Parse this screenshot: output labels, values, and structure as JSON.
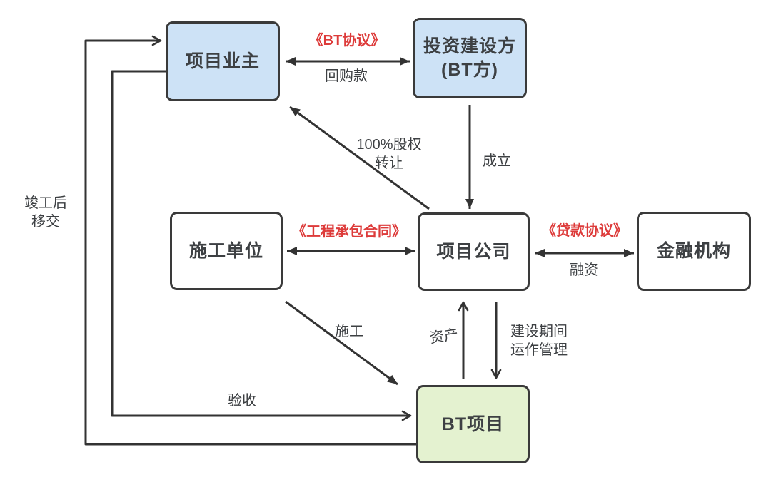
{
  "diagram": {
    "type": "flow-diagram",
    "topic": "BT项目运作结构图",
    "colors": {
      "box-border": "#3a3a3a",
      "box-blue": "#cde2f6",
      "box-green": "#e4f2d0",
      "box-white": "#ffffff",
      "text": "#3d4043",
      "red": "#dd3b3a",
      "arrow": "#333333",
      "background": "#ffffff"
    },
    "nodes": {
      "owner": {
        "label": "项目业主",
        "fill": "blue"
      },
      "investor": {
        "line1": "投资建设方",
        "line2": "(BT方)",
        "fill": "blue"
      },
      "contractor": {
        "label": "施工单位",
        "fill": "white"
      },
      "company": {
        "label": "项目公司",
        "fill": "white"
      },
      "bank": {
        "label": "金融机构",
        "fill": "white"
      },
      "bt_project": {
        "label": "BT项目",
        "fill": "green"
      }
    },
    "edge_labels": {
      "bt_agreement": "《BT协议》",
      "buyback": "回购款",
      "establish": "成立",
      "equity_line1": "100%股权",
      "equity_line2": "转让",
      "epc_contract": "《工程承包合同》",
      "loan_agreement": "《贷款协议》",
      "financing": "融资",
      "construction": "施工",
      "assets": "资产",
      "operation_line1": "建设期间",
      "operation_line2": "运作管理",
      "acceptance": "验收",
      "handover_line1": "竣工后",
      "handover_line2": "移交"
    },
    "edges": [
      {
        "from": "owner",
        "to": "investor",
        "style": "double",
        "labels": [
          "《BT协议》",
          "回购款"
        ]
      },
      {
        "from": "investor",
        "to": "company",
        "style": "single",
        "labels": [
          "成立"
        ]
      },
      {
        "from": "company",
        "to": "owner",
        "style": "single",
        "labels": [
          "100%股权转让"
        ]
      },
      {
        "from": "contractor",
        "to": "company",
        "style": "double",
        "labels": [
          "《工程承包合同》"
        ]
      },
      {
        "from": "company",
        "to": "bank",
        "style": "double",
        "labels": [
          "《贷款协议》",
          "融资"
        ]
      },
      {
        "from": "contractor",
        "to": "bt_project",
        "style": "single",
        "labels": [
          "施工"
        ]
      },
      {
        "from": "bt_project",
        "to": "company",
        "style": "single-open",
        "labels": [
          "资产"
        ]
      },
      {
        "from": "company",
        "to": "bt_project",
        "style": "single-open",
        "labels": [
          "建设期间运作管理"
        ]
      },
      {
        "from": "owner",
        "to": "bt_project",
        "style": "single-open",
        "labels": [
          "验收"
        ]
      },
      {
        "from": "bt_project",
        "to": "owner",
        "style": "single-open",
        "labels": [
          "竣工后移交"
        ]
      }
    ]
  }
}
